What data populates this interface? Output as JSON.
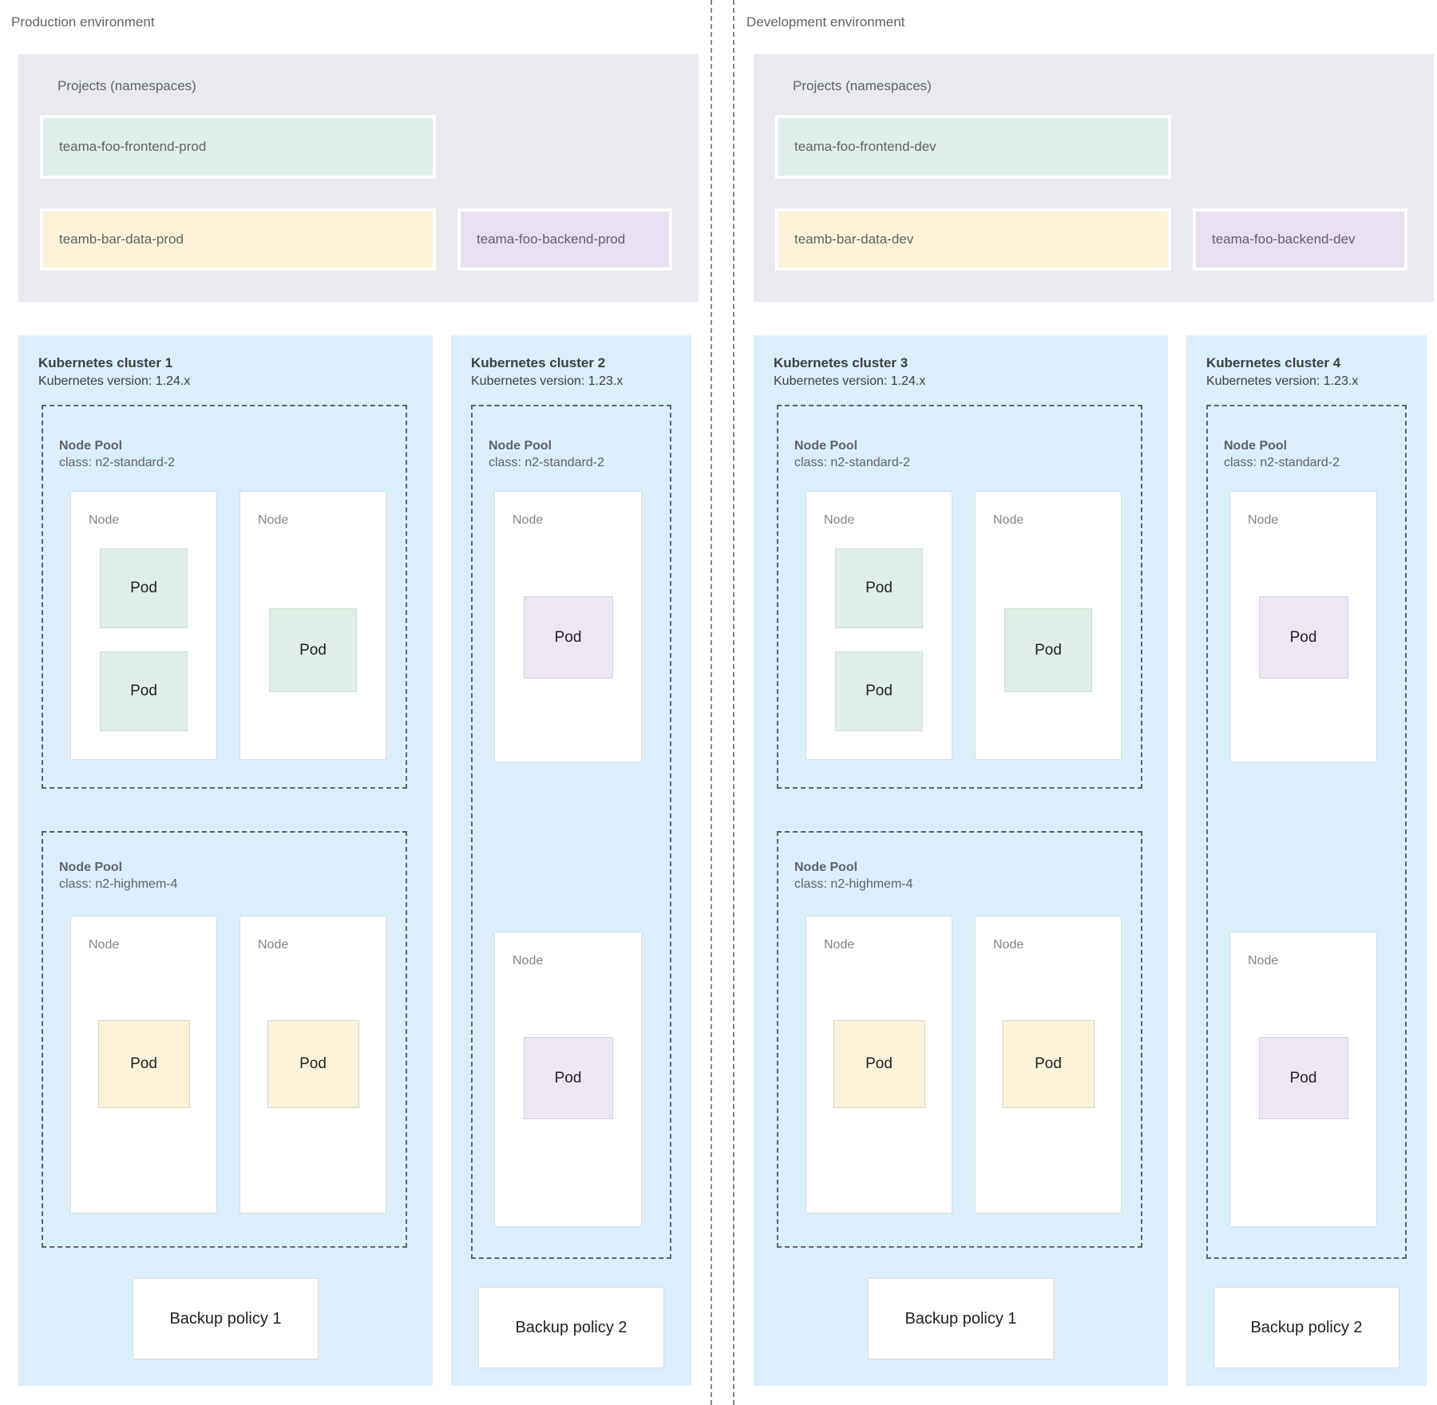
{
  "palette": {
    "cluster_background": "#dbeefb",
    "projects_background": "#e8eaed",
    "namespace_green": "#dfeee6",
    "namespace_yellow": "#fcf3d8",
    "namespace_purple": "#e9e1f3",
    "pod_green": "#dfeee6",
    "pod_yellow": "#fcf3da",
    "pod_purple": "#ede6f5",
    "dashed_line_gray": "#5f6368",
    "text_gray": "#5f6368",
    "text_dark": "#202124"
  },
  "environments": [
    {
      "label": "Production environment",
      "projects": {
        "title": "Projects (namespaces)",
        "namespaces": [
          {
            "label": "teama-foo-frontend-prod",
            "color": "green"
          },
          {
            "label": "teamb-bar-data-prod",
            "color": "yellow"
          },
          {
            "label": "teama-foo-backend-prod",
            "color": "purple"
          }
        ]
      },
      "clusters": [
        {
          "name": "Kubernetes cluster 1",
          "version": "Kubernetes version: 1.24.x",
          "node_pools": [
            {
              "title": "Node Pool",
              "class": "class: n2-standard-2",
              "nodes": [
                {
                  "label": "Node",
                  "pods": [
                    {
                      "label": "Pod",
                      "color": "green"
                    },
                    {
                      "label": "Pod",
                      "color": "green"
                    }
                  ]
                },
                {
                  "label": "Node",
                  "pods": [
                    {
                      "label": "Pod",
                      "color": "green"
                    }
                  ]
                }
              ]
            },
            {
              "title": "Node Pool",
              "class": "class: n2-highmem-4",
              "nodes": [
                {
                  "label": "Node",
                  "pods": [
                    {
                      "label": "Pod",
                      "color": "yellow"
                    }
                  ]
                },
                {
                  "label": "Node",
                  "pods": [
                    {
                      "label": "Pod",
                      "color": "yellow"
                    }
                  ]
                }
              ]
            }
          ],
          "backup_policy": "Backup policy 1"
        },
        {
          "name": "Kubernetes cluster 2",
          "version": "Kubernetes version: 1.23.x",
          "node_pools": [
            {
              "title": "Node Pool",
              "class": "class: n2-standard-2",
              "nodes": [
                {
                  "label": "Node",
                  "pods": [
                    {
                      "label": "Pod",
                      "color": "purple"
                    }
                  ]
                },
                {
                  "label": "Node",
                  "pods": [
                    {
                      "label": "Pod",
                      "color": "purple"
                    }
                  ]
                }
              ]
            }
          ],
          "backup_policy": "Backup policy 2"
        }
      ]
    },
    {
      "label": "Development environment",
      "projects": {
        "title": "Projects (namespaces)",
        "namespaces": [
          {
            "label": "teama-foo-frontend-dev",
            "color": "green"
          },
          {
            "label": "teamb-bar-data-dev",
            "color": "yellow"
          },
          {
            "label": "teama-foo-backend-dev",
            "color": "purple"
          }
        ]
      },
      "clusters": [
        {
          "name": "Kubernetes cluster 3",
          "version": "Kubernetes version: 1.24.x",
          "node_pools": [
            {
              "title": "Node Pool",
              "class": "class: n2-standard-2",
              "nodes": [
                {
                  "label": "Node",
                  "pods": [
                    {
                      "label": "Pod",
                      "color": "green"
                    },
                    {
                      "label": "Pod",
                      "color": "green"
                    }
                  ]
                },
                {
                  "label": "Node",
                  "pods": [
                    {
                      "label": "Pod",
                      "color": "green"
                    }
                  ]
                }
              ]
            },
            {
              "title": "Node Pool",
              "class": "class: n2-highmem-4",
              "nodes": [
                {
                  "label": "Node",
                  "pods": [
                    {
                      "label": "Pod",
                      "color": "yellow"
                    }
                  ]
                },
                {
                  "label": "Node",
                  "pods": [
                    {
                      "label": "Pod",
                      "color": "yellow"
                    }
                  ]
                }
              ]
            }
          ],
          "backup_policy": "Backup policy 1"
        },
        {
          "name": "Kubernetes cluster 4",
          "version": "Kubernetes version: 1.23.x",
          "node_pools": [
            {
              "title": "Node Pool",
              "class": "class: n2-standard-2",
              "nodes": [
                {
                  "label": "Node",
                  "pods": [
                    {
                      "label": "Pod",
                      "color": "purple"
                    }
                  ]
                },
                {
                  "label": "Node",
                  "pods": [
                    {
                      "label": "Pod",
                      "color": "purple"
                    }
                  ]
                }
              ]
            }
          ],
          "backup_policy": "Backup policy 2"
        }
      ]
    }
  ]
}
